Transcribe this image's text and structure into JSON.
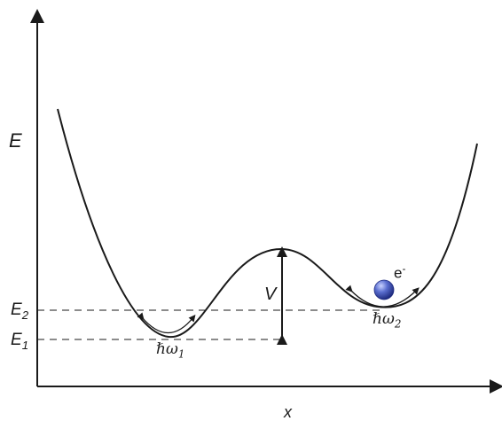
{
  "labels": {
    "y_axis": "E",
    "x_axis": "x",
    "e2_main": "E",
    "e2_sub": "2",
    "e1_main": "E",
    "e1_sub": "1",
    "barrier": "V",
    "electron_main": "e",
    "electron_sup": "-",
    "phonon1_main": "ℏω",
    "phonon1_sub": "1",
    "phonon2_main": "ℏω",
    "phonon2_sub": "2"
  },
  "colors": {
    "line": "#1a1a1a",
    "electron": "#3a4fb0",
    "electron_highlight": "#c9d3ff"
  }
}
